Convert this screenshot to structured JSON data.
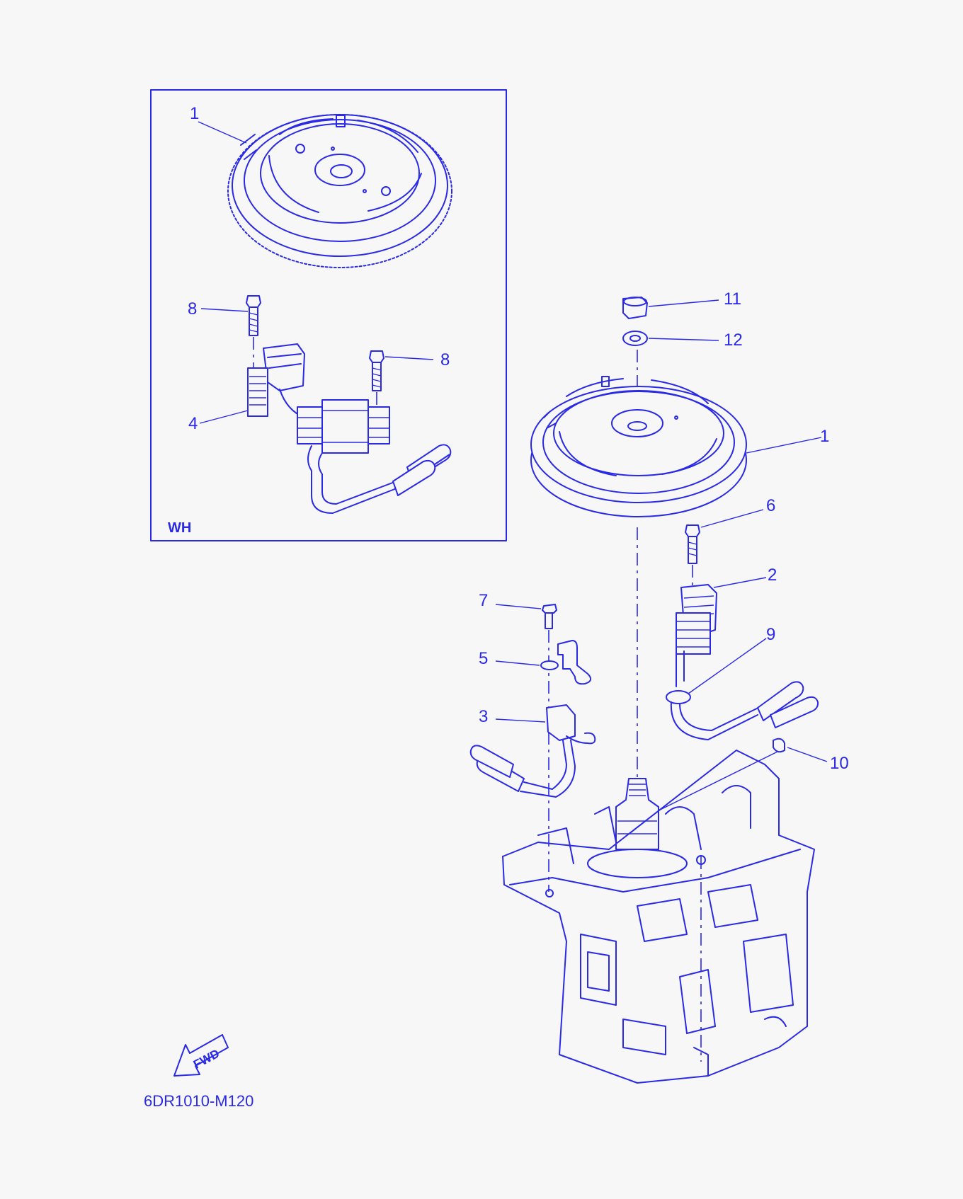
{
  "diagram": {
    "inset_label": "WH",
    "drawing_code": "6DR1010-M120",
    "fwd_label": "FWD",
    "accent_color": "#2a2ae6",
    "background_color": "#f7f7f7"
  },
  "callouts": {
    "inset_flywheel": "1",
    "inset_bolt_upper": "8",
    "inset_bolt_right": "8",
    "inset_pulser_coil": "4",
    "nut": "11",
    "washer": "12",
    "flywheel": "1",
    "bolt_6": "6",
    "charge_coil": "2",
    "clamp_9": "9",
    "screw_7": "7",
    "plate_5": "5",
    "pulser_3": "3",
    "key_10": "10"
  }
}
